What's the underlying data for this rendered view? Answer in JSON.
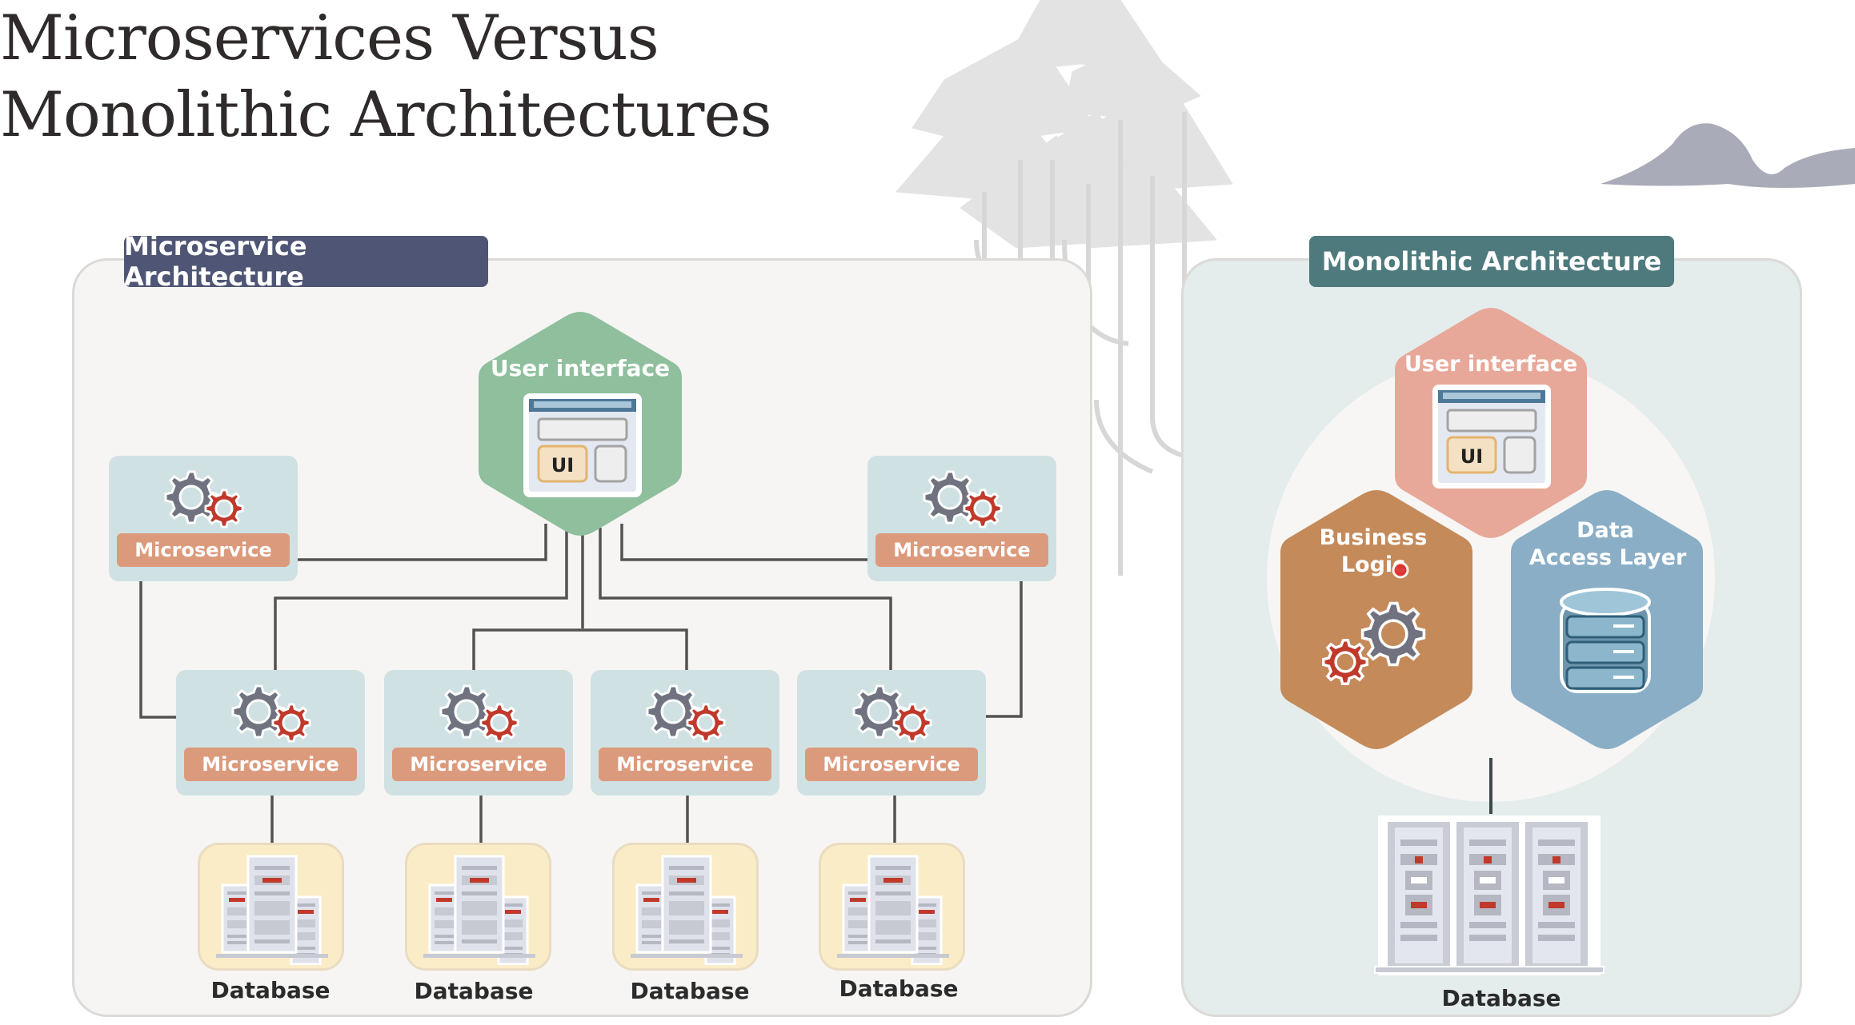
{
  "title": {
    "line1": "Microservices Versus",
    "line2": "Monolithic Architectures"
  },
  "microservice_panel": {
    "label": "Microservice Architecture",
    "label_color": "#4f5574",
    "ui_hex": {
      "label": "User interface",
      "badge": "UI",
      "color": "#8fbf9d"
    },
    "top_services": [
      {
        "label": "Microservice"
      },
      {
        "label": "Microservice"
      }
    ],
    "bottom_services": [
      {
        "label": "Microservice"
      },
      {
        "label": "Microservice"
      },
      {
        "label": "Microservice"
      },
      {
        "label": "Microservice"
      }
    ],
    "databases": [
      {
        "label": "Database"
      },
      {
        "label": "Database"
      },
      {
        "label": "Database"
      },
      {
        "label": "Database"
      }
    ]
  },
  "monolithic_panel": {
    "label": "Monolithic Architecture",
    "label_color": "#4e7a7d",
    "ui_hex": {
      "label": "User interface",
      "badge": "UI",
      "color": "#e8a899"
    },
    "business_logic_hex": {
      "label_line1": "Business",
      "label_line2": "Logic",
      "color": "#c48a5a"
    },
    "data_access_hex": {
      "label_line1": "Data",
      "label_line2": "Access Layer",
      "color": "#8aaec6"
    },
    "database": {
      "label": "Database"
    }
  },
  "colors": {
    "gear_gray": "#70727f",
    "gear_red": "#c0392b",
    "service_bar": "#dc9a7d",
    "service_card": "#cfe1e3",
    "db_card": "#fbecc8",
    "connector": "#55514f"
  }
}
